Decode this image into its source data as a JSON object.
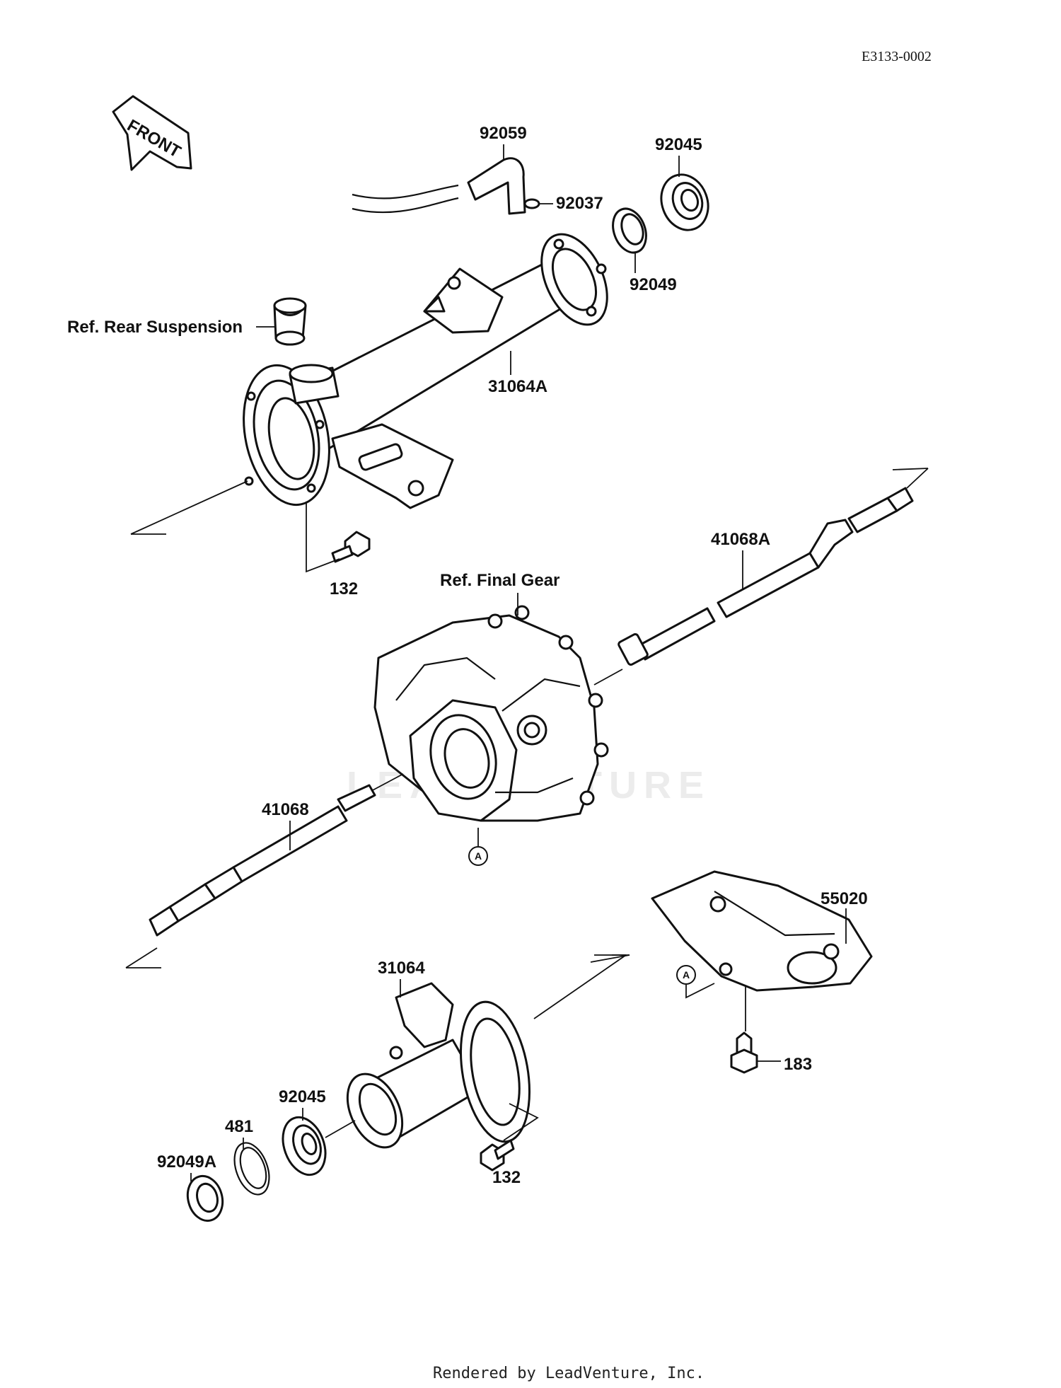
{
  "diagram_code": "E3133-0002",
  "front_label": "FRONT",
  "watermark": "LEADVENTURE",
  "footer": "Rendered by LeadVenture, Inc.",
  "callouts": {
    "ref_rear_suspension": "Ref. Rear Suspension",
    "ref_final_gear": "Ref. Final Gear",
    "p92059": "92059",
    "p92045_top": "92045",
    "p92037": "92037",
    "p92049": "92049",
    "p31064A": "31064A",
    "p132_top": "132",
    "p41068A": "41068A",
    "p41068": "41068",
    "marker_a_center": "A",
    "p55020": "55020",
    "marker_a_guard": "A",
    "p31064": "31064",
    "p183": "183",
    "p92045_bottom": "92045",
    "p481": "481",
    "p92049A": "92049A",
    "p132_bottom": "132"
  }
}
